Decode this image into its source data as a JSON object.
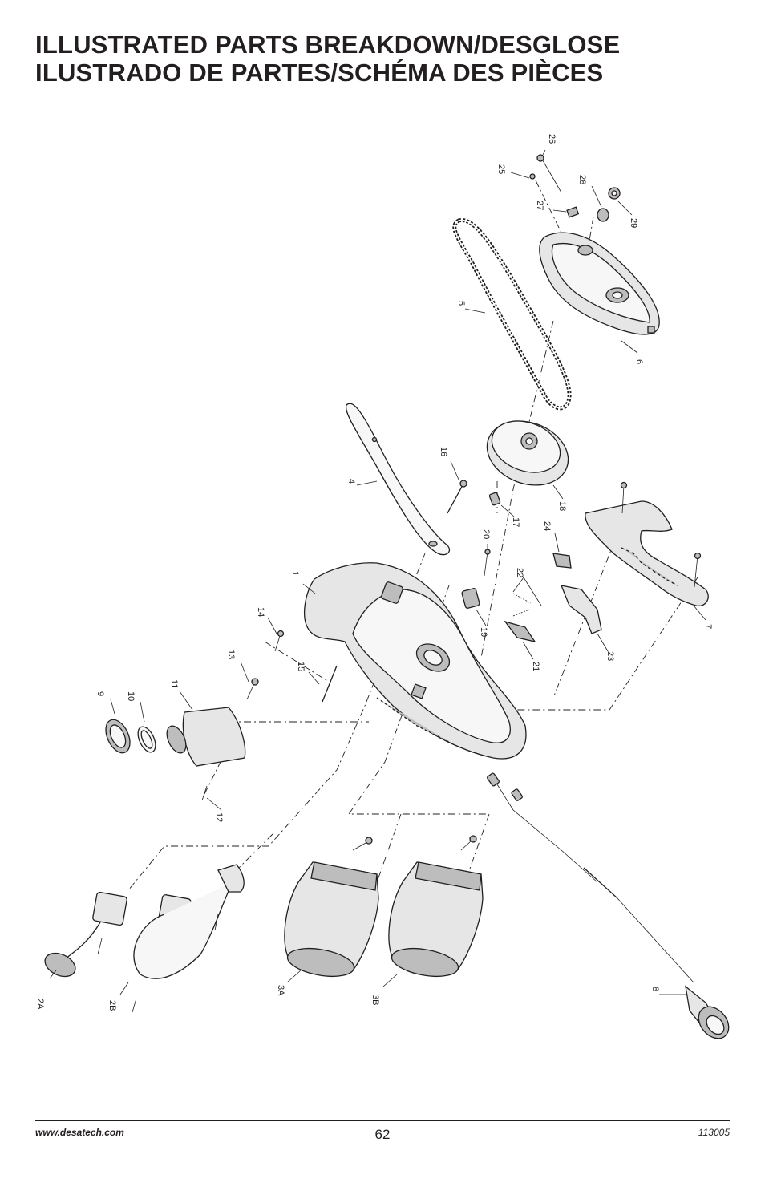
{
  "page": {
    "title_line1": "ILLUSTRATED PARTS BREAKDOWN/DESGLOSE",
    "title_line2": "ILUSTRADO DE PARTES/SCHÉMA DES PIÈCES"
  },
  "callouts": [
    {
      "id": "c1",
      "label": "1"
    },
    {
      "id": "c2a",
      "label": "2A"
    },
    {
      "id": "c2b",
      "label": "2B"
    },
    {
      "id": "c3a",
      "label": "3A"
    },
    {
      "id": "c3b",
      "label": "3B"
    },
    {
      "id": "c4",
      "label": "4"
    },
    {
      "id": "c5",
      "label": "5"
    },
    {
      "id": "c6",
      "label": "6"
    },
    {
      "id": "c7",
      "label": "7"
    },
    {
      "id": "c8",
      "label": "8"
    },
    {
      "id": "c9",
      "label": "9"
    },
    {
      "id": "c10",
      "label": "10"
    },
    {
      "id": "c11",
      "label": "11"
    },
    {
      "id": "c12",
      "label": "12"
    },
    {
      "id": "c13",
      "label": "13"
    },
    {
      "id": "c14",
      "label": "14"
    },
    {
      "id": "c15",
      "label": "15"
    },
    {
      "id": "c16",
      "label": "16"
    },
    {
      "id": "c17",
      "label": "17"
    },
    {
      "id": "c18",
      "label": "18"
    },
    {
      "id": "c19",
      "label": "19"
    },
    {
      "id": "c20",
      "label": "20"
    },
    {
      "id": "c21",
      "label": "21"
    },
    {
      "id": "c22",
      "label": "22"
    },
    {
      "id": "c23",
      "label": "23"
    },
    {
      "id": "c24",
      "label": "24"
    },
    {
      "id": "c25",
      "label": "25"
    },
    {
      "id": "c26",
      "label": "26"
    },
    {
      "id": "c27",
      "label": "27"
    },
    {
      "id": "c28",
      "label": "28"
    },
    {
      "id": "c29",
      "label": "29"
    }
  ],
  "footer": {
    "website": "www.desatech.com",
    "page_number": "62",
    "doc_code": "113005"
  }
}
